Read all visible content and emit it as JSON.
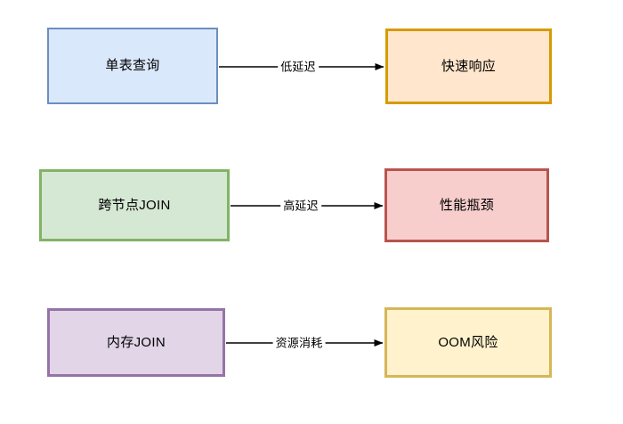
{
  "diagram": {
    "type": "flowchart",
    "background": "#ffffff",
    "nodes": [
      {
        "id": "single-table-query",
        "label": "单表查询",
        "fill": "#dae8fc",
        "stroke": "#6c8ebf",
        "row": 1,
        "column": "left"
      },
      {
        "id": "fast-response",
        "label": "快速响应",
        "fill": "#ffe6cc",
        "stroke": "#d79b00",
        "row": 1,
        "column": "right"
      },
      {
        "id": "cross-node-join",
        "label": "跨节点JOIN",
        "fill": "#d5e8d4",
        "stroke": "#82b366",
        "row": 2,
        "column": "left"
      },
      {
        "id": "performance-bottleneck",
        "label": "性能瓶颈",
        "fill": "#f8cecc",
        "stroke": "#b85450",
        "row": 2,
        "column": "right"
      },
      {
        "id": "memory-join",
        "label": "内存JOIN",
        "fill": "#e1d5e7",
        "stroke": "#9673a6",
        "row": 3,
        "column": "left"
      },
      {
        "id": "oom-risk",
        "label": "OOM风险",
        "fill": "#fff2cc",
        "stroke": "#d6b656",
        "row": 3,
        "column": "right"
      }
    ],
    "edges": [
      {
        "id": "edge-low-latency",
        "from": "single-table-query",
        "to": "fast-response",
        "label": "低延迟",
        "stroke": "#000000",
        "arrow": "filled-triangle"
      },
      {
        "id": "edge-high-latency",
        "from": "cross-node-join",
        "to": "performance-bottleneck",
        "label": "高延迟",
        "stroke": "#000000",
        "arrow": "filled-triangle"
      },
      {
        "id": "edge-resource-consumption",
        "from": "memory-join",
        "to": "oom-risk",
        "label": "资源消耗",
        "stroke": "#000000",
        "arrow": "filled-triangle"
      }
    ]
  }
}
